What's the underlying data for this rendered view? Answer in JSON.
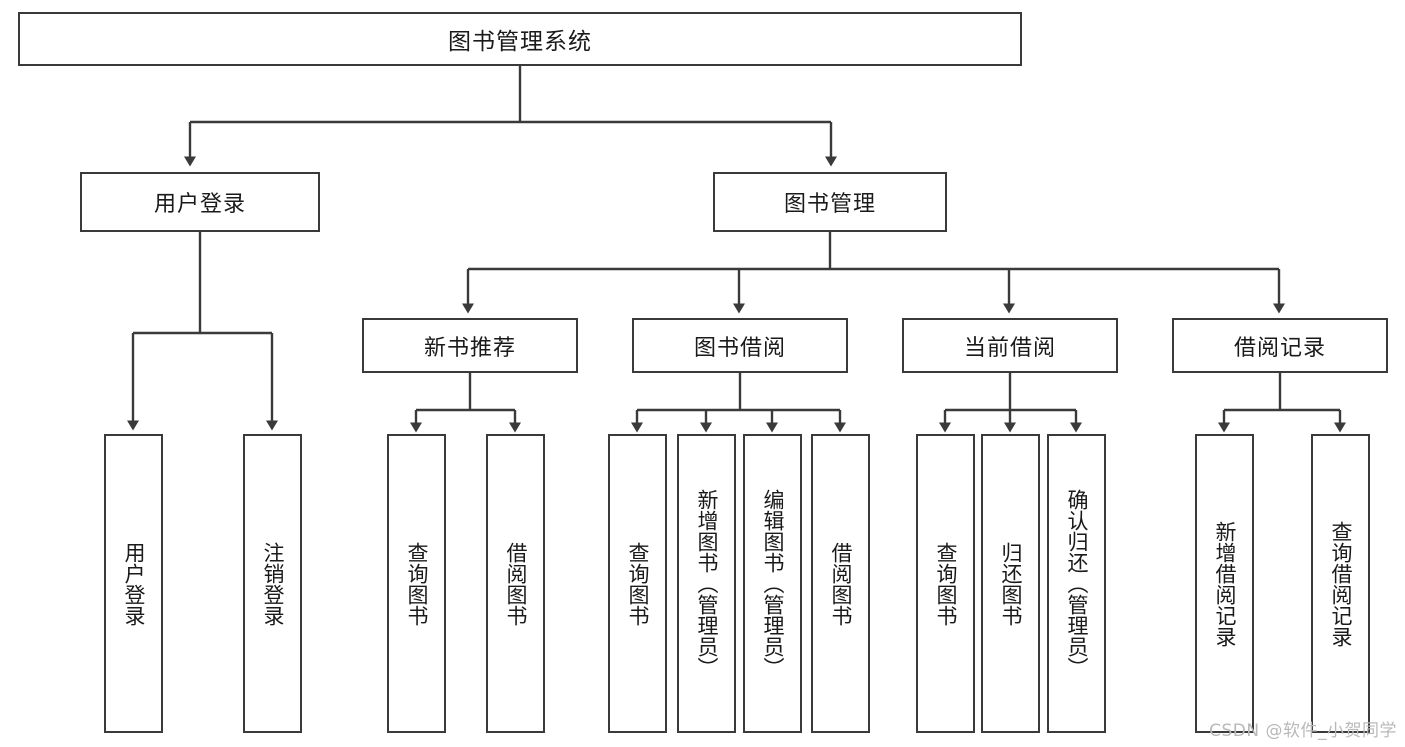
{
  "diagram": {
    "title": "图书管理系统",
    "type": "hierarchy-tree",
    "line_color": "#3a3a3a",
    "box_fill": "#ffffff",
    "text_color": "#1a1a1a",
    "levels": {
      "root": {
        "label": "图书管理系统"
      },
      "level2": [
        {
          "label": "用户登录"
        },
        {
          "label": "图书管理"
        }
      ],
      "level3": [
        {
          "label": "新书推荐"
        },
        {
          "label": "图书借阅"
        },
        {
          "label": "当前借阅"
        },
        {
          "label": "借阅记录"
        }
      ],
      "leaves": {
        "user_login": [
          {
            "label": "用户登录"
          },
          {
            "label": "注销登录"
          }
        ],
        "new_book_recommend": [
          {
            "label": "查询图书"
          },
          {
            "label": "借阅图书"
          }
        ],
        "book_borrow": [
          {
            "label": "查询图书"
          },
          {
            "label": "新增图书（管理员）"
          },
          {
            "label": "编辑图书（管理员）"
          },
          {
            "label": "借阅图书"
          }
        ],
        "current_borrow": [
          {
            "label": "查询图书"
          },
          {
            "label": "归还图书"
          },
          {
            "label": "确认归还（管理员）"
          }
        ],
        "borrow_record": [
          {
            "label": "新增借阅记录"
          },
          {
            "label": "查询借阅记录"
          }
        ]
      }
    }
  },
  "watermark": {
    "text": "CSDN @软件_小贺同学"
  }
}
